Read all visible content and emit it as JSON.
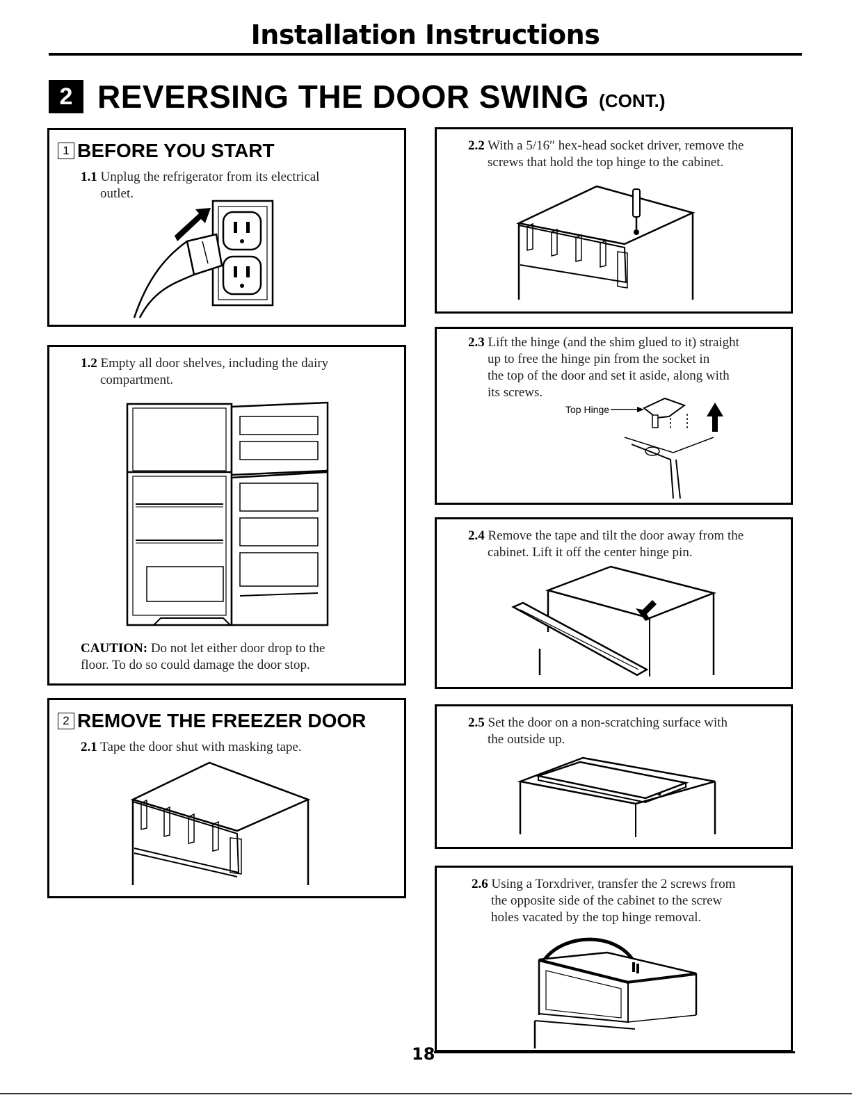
{
  "header": {
    "title": "Installation Instructions"
  },
  "section": {
    "number": "2",
    "title": "REVERSING THE DOOR SWING",
    "cont": "(CONT.)"
  },
  "before_you_start": {
    "number": "1",
    "heading": "BEFORE YOU START",
    "step_1_1": {
      "num": "1.1",
      "line1": "Unplug the refrigerator from its electrical",
      "line2": "outlet."
    },
    "step_1_2": {
      "num": "1.2",
      "line1": "Empty all door shelves, including the dairy",
      "line2": "compartment."
    },
    "caution": {
      "label": "CAUTION:",
      "line1": "Do not let either door drop to the",
      "line2": "floor. To do so could damage the door stop."
    }
  },
  "remove_freezer_door": {
    "number": "2",
    "heading": "REMOVE THE FREEZER DOOR",
    "step_2_1": {
      "num": "2.1",
      "text": "Tape the door shut with masking tape."
    }
  },
  "steps": {
    "step_2_2": {
      "num": "2.2",
      "line1": "With a 5/16″ hex-head socket driver, remove the",
      "line2": "screws that hold the top hinge to the cabinet."
    },
    "step_2_3": {
      "num": "2.3",
      "line1": "Lift the hinge (and the shim glued to it) straight",
      "line2": "up to free the hinge pin from the socket in",
      "line3": "the top of the door and set it aside, along with",
      "line4": "its screws.",
      "callout": "Top Hinge"
    },
    "step_2_4": {
      "num": "2.4",
      "line1": "Remove the tape and tilt the door away from the",
      "line2": "cabinet. Lift it off the center hinge pin."
    },
    "step_2_5": {
      "num": "2.5",
      "line1": "Set the door on a non-scratching surface with",
      "line2": "the outside up."
    },
    "step_2_6": {
      "num": "2.6",
      "line1": "Using a Torxdriver, transfer the 2 screws from",
      "line2": "the opposite side of the cabinet to the screw",
      "line3": "holes vacated by the top hinge removal."
    }
  },
  "footer": {
    "page_number": "18"
  }
}
